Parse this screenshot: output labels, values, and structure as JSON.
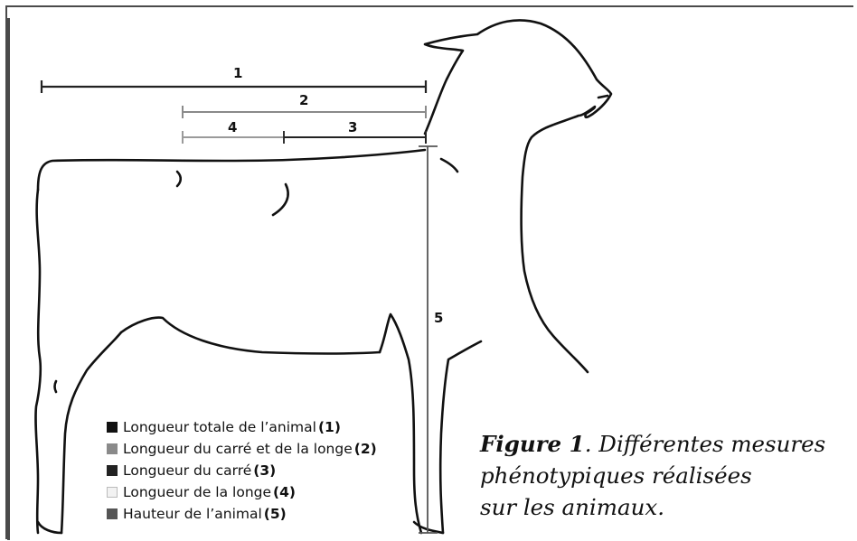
{
  "measure_labels": [
    "1",
    "2",
    "3",
    "4",
    "5"
  ],
  "legend": [
    {
      "label": "Longueur totale de l’animal",
      "num": "(1)",
      "color": "#111111"
    },
    {
      "label": "Longueur du carré et de la longe",
      "num": "(2)",
      "color": "#8a8a8a"
    },
    {
      "label": "Longueur du carré",
      "num": "(3)",
      "color": "#222222"
    },
    {
      "label": "Longueur de la longe",
      "num": "(4)",
      "color": "#f2f2f2"
    },
    {
      "label": "Hauteur de l’animal",
      "num": "(5)",
      "color": "#555555"
    }
  ],
  "caption": {
    "fig_label": "Figure 1",
    "line1_rest": ". Différentes mesures",
    "line2": "phénotypiques réalisées",
    "line3": "sur les animaux."
  }
}
